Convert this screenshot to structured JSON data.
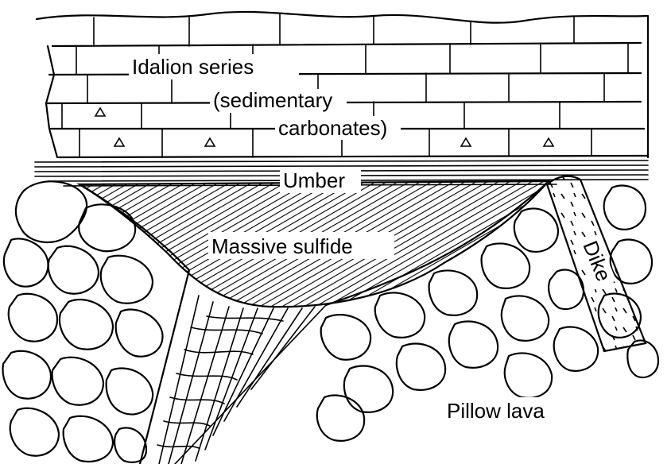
{
  "diagram": {
    "labels": {
      "idalion": "Idalion series",
      "sedimentary": "(sedimentary",
      "carbonates": "carbonates)",
      "umber": "Umber",
      "massive_sulfide": "Massive sulfide",
      "dike": "Dike",
      "pillow_lava": "Pillow lava"
    },
    "colors": {
      "ink": "#000000",
      "paper": "#ffffff"
    }
  }
}
